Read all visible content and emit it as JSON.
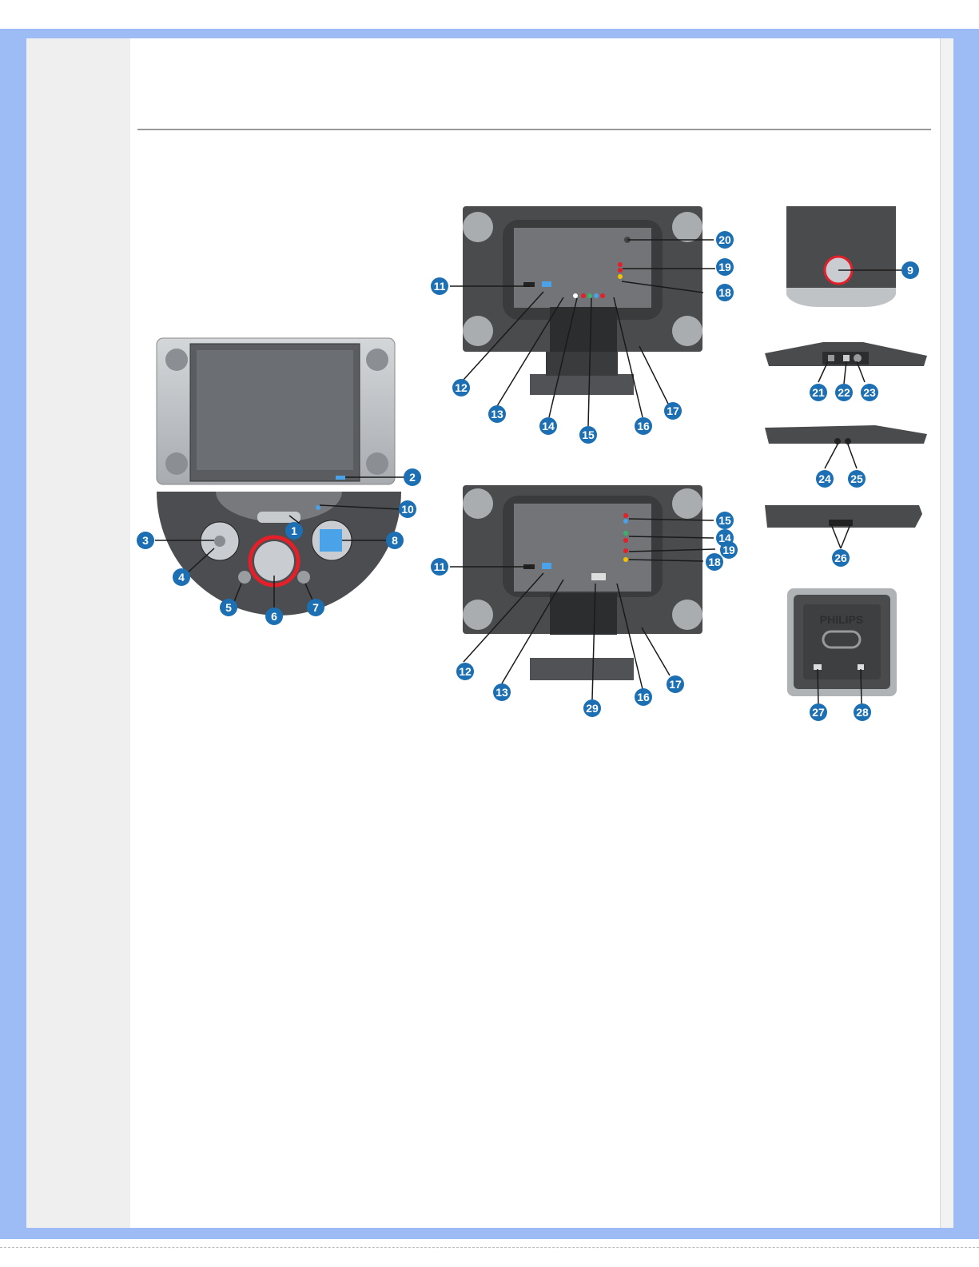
{
  "brand": "PHILIPS",
  "callouts": [
    "1",
    "2",
    "3",
    "4",
    "5",
    "6",
    "7",
    "8",
    "9",
    "10",
    "11",
    "12",
    "13",
    "14",
    "15",
    "16",
    "17",
    "18",
    "19",
    "20",
    "21",
    "22",
    "23",
    "24",
    "25",
    "26",
    "27",
    "28",
    "29"
  ],
  "colors": {
    "frame": "#9dbcf6",
    "callout": "#1c6fb3",
    "device_dark": "#4a4a4a",
    "device_light": "#b9bcc0",
    "accent_red": "#e3202a"
  }
}
